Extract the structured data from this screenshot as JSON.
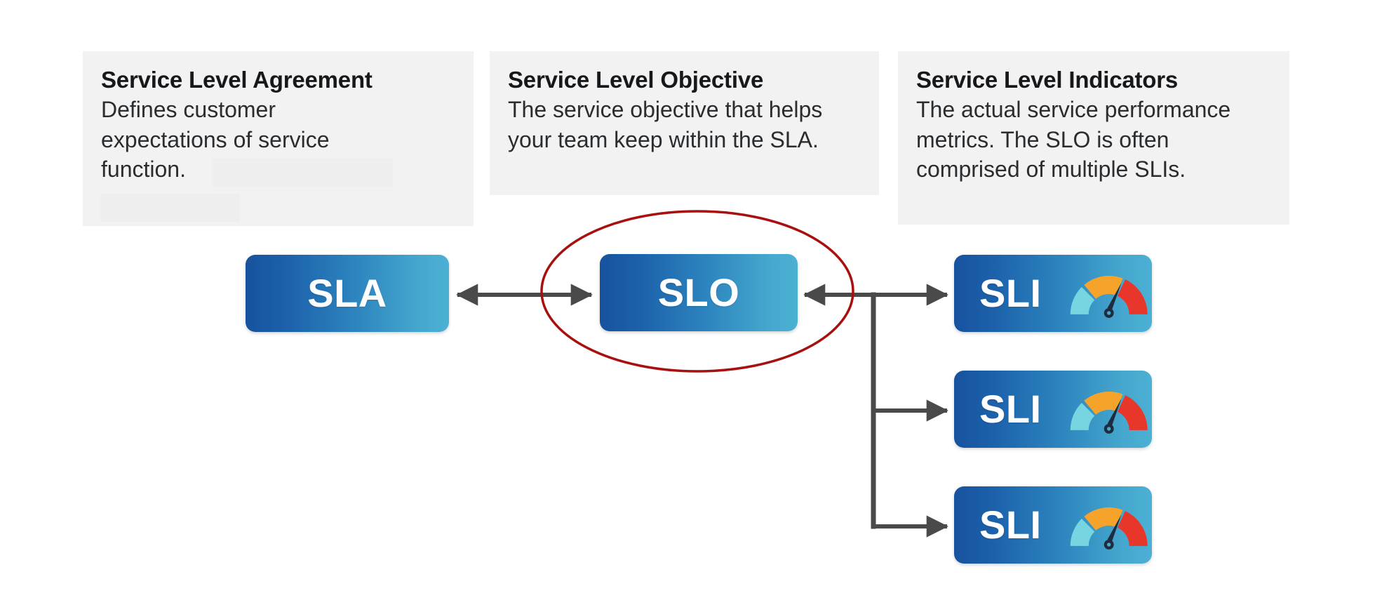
{
  "diagram": {
    "title_concept": "SLA / SLO / SLI relationship",
    "background_color": "#ffffff",
    "card_background": "#f2f2f2",
    "redaction_color": "#eeeeee",
    "connector_color": "#4a4a4a",
    "highlight_ellipse_color": "#a81010",
    "badge_gradient_start": "#17529e",
    "badge_gradient_end": "#4cb0d4"
  },
  "cards": [
    {
      "title": "Service Level Agreement",
      "body": "Defines customer expectations of service function.",
      "redacted_blocks": 2
    },
    {
      "title": "Service Level Objective",
      "body": "The service objective that helps your team keep within the SLA.",
      "redacted_blocks": 0
    },
    {
      "title": "Service Level Indicators",
      "body": "The actual service performance metrics. The SLO is often comprised of multiple SLIs.",
      "redacted_blocks": 0
    }
  ],
  "nodes": {
    "sla": {
      "label": "SLA"
    },
    "slo": {
      "label": "SLO",
      "highlighted": true
    },
    "sli": [
      {
        "label": "SLI",
        "icon": "gauge-icon"
      },
      {
        "label": "SLI",
        "icon": "gauge-icon"
      },
      {
        "label": "SLI",
        "icon": "gauge-icon"
      }
    ]
  },
  "gauge": {
    "segment_low_color": "#76d5e0",
    "segment_mid_color": "#f5a32a",
    "segment_high_color": "#e8362a",
    "needle_color": "#1d2d3f",
    "needle_position": "high"
  },
  "connectors": [
    {
      "name": "sla-slo",
      "type": "double-arrow"
    },
    {
      "name": "slo-sli-1",
      "type": "double-arrow"
    },
    {
      "name": "trunk-sli-2",
      "type": "single-arrow"
    },
    {
      "name": "trunk-sli-3",
      "type": "single-arrow"
    }
  ]
}
